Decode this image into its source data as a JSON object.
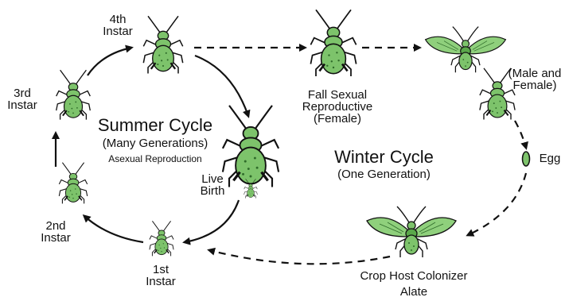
{
  "diagram": {
    "summer": {
      "title": "Summer Cycle",
      "subtitle": "(Many Generations)",
      "note": "Asexual Reproduction"
    },
    "winter": {
      "title": "Winter Cycle",
      "subtitle": "(One Generation)"
    },
    "stages": {
      "fourth_instar": [
        "4th",
        "Instar"
      ],
      "third_instar": [
        "3rd",
        "Instar"
      ],
      "second_instar": [
        "2nd",
        "Instar"
      ],
      "first_instar": [
        "1st",
        "Instar"
      ],
      "live_birth": [
        "Live",
        "Birth"
      ],
      "fall_sexual": [
        "Fall Sexual",
        "Reproductive",
        "(Female)"
      ],
      "male_female": [
        "(Male and",
        "Female)"
      ],
      "egg": "Egg",
      "crop_host": [
        "Crop Host Colonizer",
        "Alate"
      ]
    },
    "colors": {
      "insect_fill": "#7dc36b",
      "insect_dark": "#2f6b2a",
      "wing_fill": "#8fd07c",
      "line": "#111111"
    }
  }
}
